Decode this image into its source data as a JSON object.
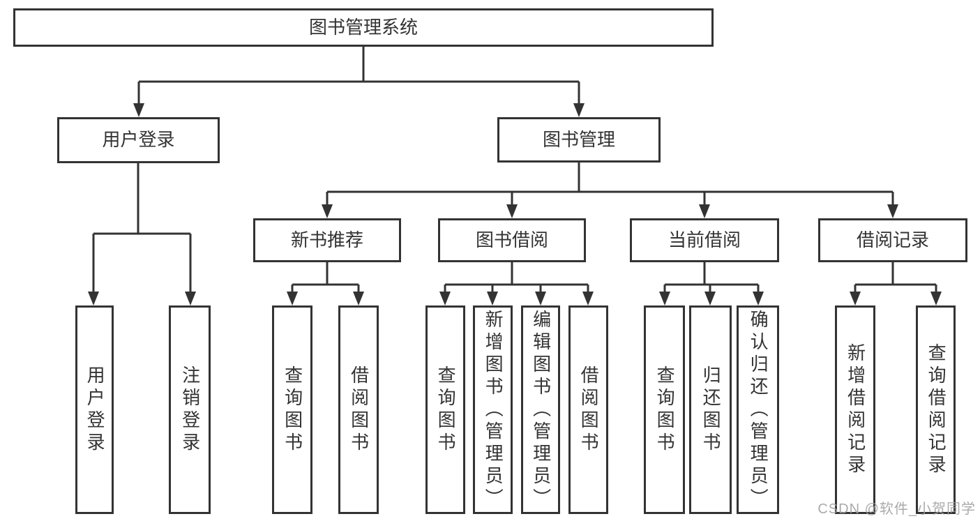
{
  "diagram_type": "hierarchy-tree",
  "colors": {
    "line": "#333333",
    "node_border": "#333333",
    "node_text": "#333333",
    "background": "#ffffff",
    "watermark_text": "#9e9e9e"
  },
  "tree": {
    "label": "图书管理系统",
    "children": [
      {
        "label": "用户登录",
        "children": [
          {
            "label": "用户登录"
          },
          {
            "label": "注销登录"
          }
        ]
      },
      {
        "label": "图书管理",
        "children": [
          {
            "label": "新书推荐",
            "children": [
              {
                "label": "查询图书"
              },
              {
                "label": "借阅图书"
              }
            ]
          },
          {
            "label": "图书借阅",
            "children": [
              {
                "label": "查询图书"
              },
              {
                "label": "新增图书（管理员）"
              },
              {
                "label": "编辑图书（管理员）"
              },
              {
                "label": "借阅图书"
              }
            ]
          },
          {
            "label": "当前借阅",
            "children": [
              {
                "label": "查询图书"
              },
              {
                "label": "归还图书"
              },
              {
                "label": "确认归还（管理员）"
              }
            ]
          },
          {
            "label": "借阅记录",
            "children": [
              {
                "label": "新增借阅记录"
              },
              {
                "label": "查询借阅记录"
              }
            ]
          }
        ]
      }
    ]
  },
  "watermark": {
    "text": "CSDN @软件_小贺同学"
  }
}
